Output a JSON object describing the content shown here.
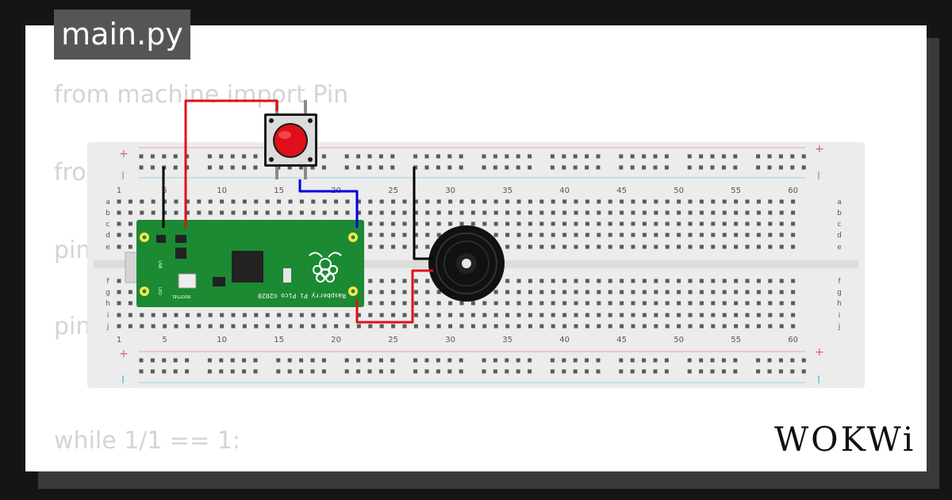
{
  "tab": {
    "filename": "main.py"
  },
  "code_lines": [
    "from machine import Pin",
    "fro",
    "pin",
    "pin",
    "while 1/1 == 1:"
  ],
  "breadboard": {
    "column_numbers": [
      "1",
      "5",
      "10",
      "15",
      "20",
      "25",
      "30",
      "35",
      "40",
      "45",
      "50",
      "55",
      "60"
    ],
    "row_letters_top": [
      "a",
      "b",
      "c",
      "d",
      "e"
    ],
    "row_letters_bottom": [
      "f",
      "g",
      "h",
      "i",
      "j"
    ],
    "rail_plus": "+",
    "rail_minus": "-"
  },
  "pico": {
    "board_label": "Raspberry Pi Pico ©2020",
    "bootsel_label": "BOOTSEL",
    "usb_label": "USB",
    "led_label": "LED"
  },
  "components": {
    "button_color": "#e0101a",
    "buzzer_color": "#111111"
  },
  "wires": {
    "red": "#e0101a",
    "blue": "#0000e0",
    "black": "#000000"
  },
  "brand": {
    "logo": "WOKWi"
  }
}
